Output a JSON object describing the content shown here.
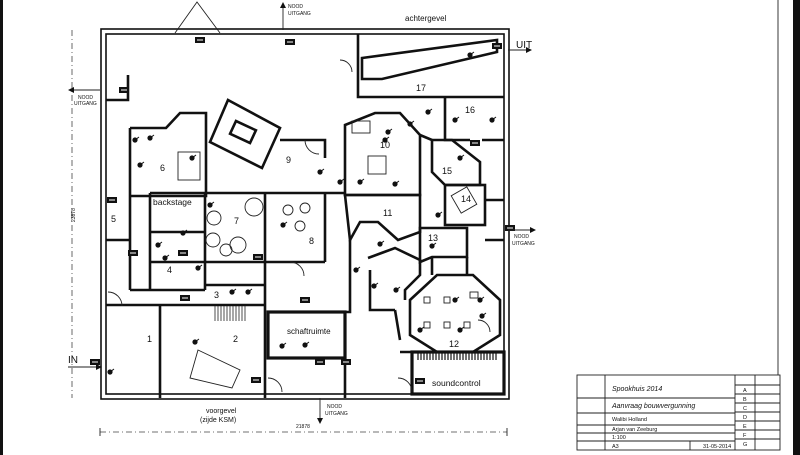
{
  "drawing": {
    "rear_facade": "achtergevel",
    "front_facade": "voorgevel",
    "front_facade_side": "(zijde KSM)",
    "entrance": "IN",
    "exit": "UIT",
    "width_dimension": "21878",
    "depth_dimension": "23878",
    "emergency_exits": [
      {
        "line1": "NOOD",
        "line2": "UITGANG"
      },
      {
        "line1": "NOOD",
        "line2": "UITGANG"
      },
      {
        "line1": "NOOD",
        "line2": "UITGANG"
      },
      {
        "line1": "NOOD",
        "line2": "UITGANG"
      }
    ],
    "rooms": [
      "1",
      "2",
      "3",
      "4",
      "5",
      "6",
      "7",
      "8",
      "9",
      "10",
      "11",
      "12",
      "13",
      "14",
      "15",
      "16",
      "17"
    ],
    "named_rooms": {
      "backstage": "backstage",
      "staff_room": "schaftruimte",
      "sound_control": "soundcontrol"
    }
  },
  "title_block": {
    "project": "Spookhuis 2014",
    "subject": "Aanvraag bouwvergunning",
    "client": "Walibi Holland",
    "drafter": "Arjan van Zeeburg",
    "scale": "1:100",
    "format": "A3",
    "date": "31-05-2014",
    "revisions": [
      "A",
      "B",
      "C",
      "D",
      "E",
      "F",
      "G"
    ]
  },
  "colors": {
    "line": "#111111",
    "background": "#ffffff"
  }
}
